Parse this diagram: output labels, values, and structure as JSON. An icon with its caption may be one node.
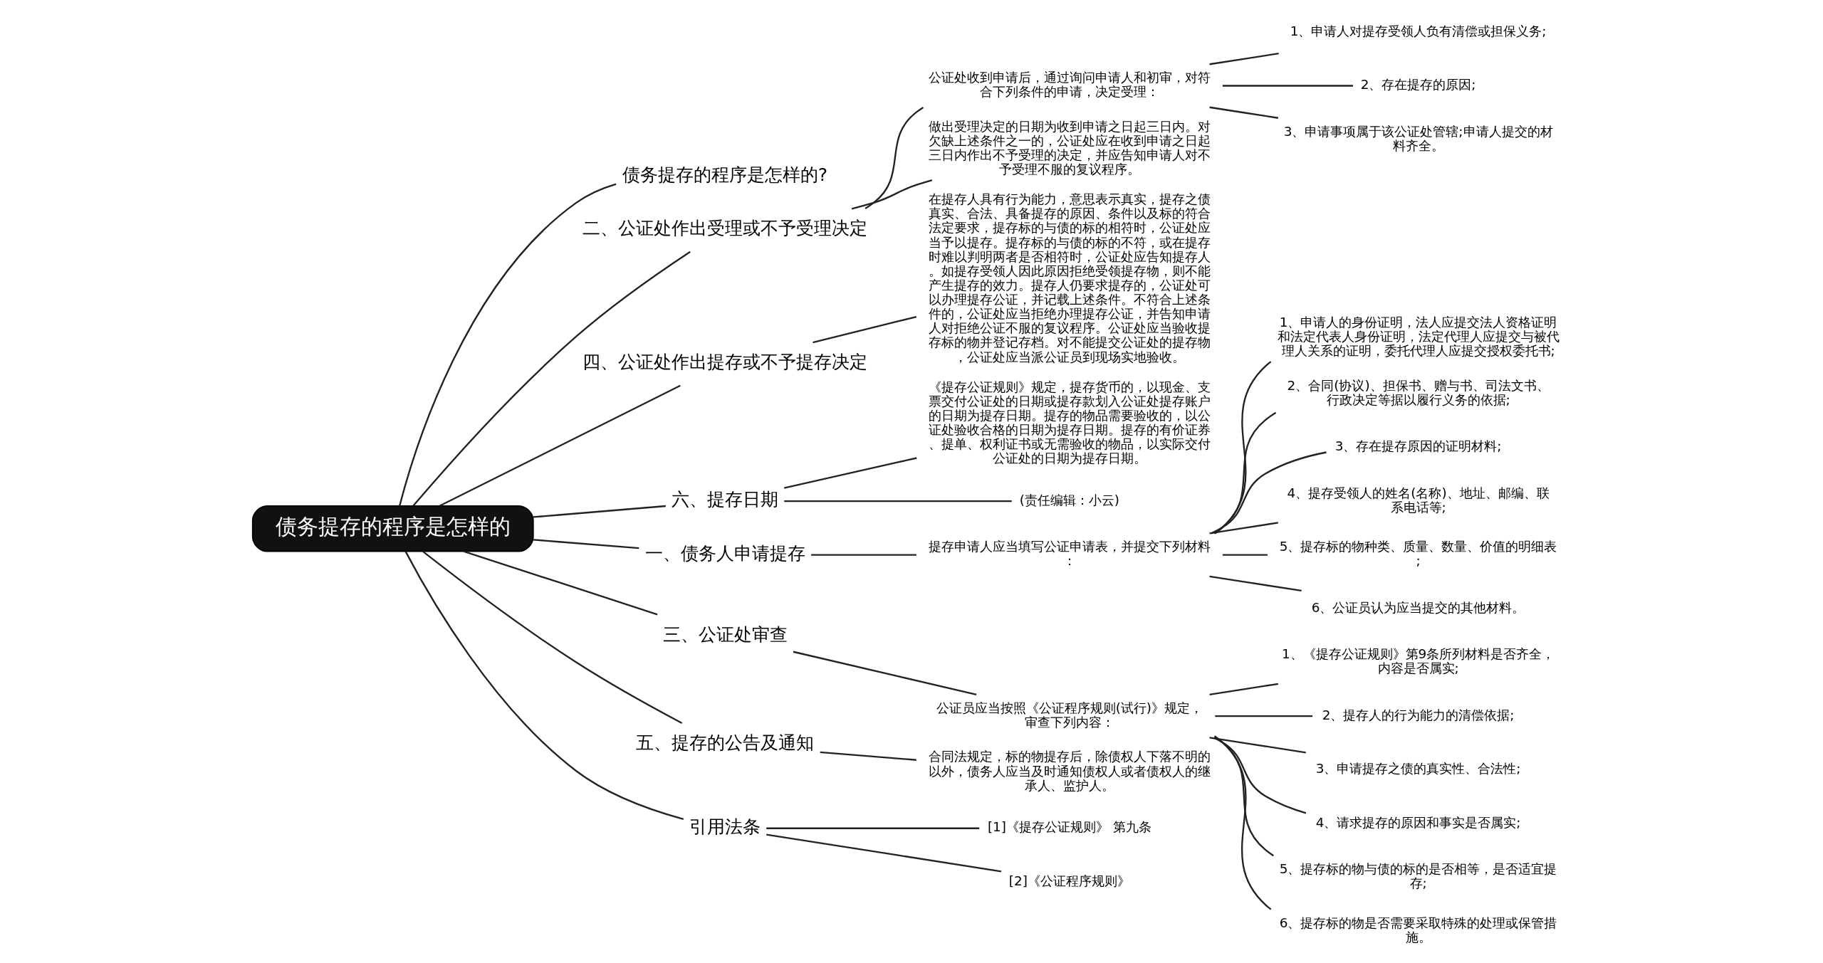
{
  "diagram": {
    "nodes": [
      {
        "text": [
          "债务提存的程序是怎样的"
        ]
      },
      {
        "text": [
          "债务提存的程序是怎样的?"
        ]
      },
      {
        "text": [
          "二、公证处作出受理或不予受理决定"
        ]
      },
      {
        "text": [
          "公证处收到申请后，通过询问申请人和初审，对符合下列条件的申请，决定受理："
        ]
      },
      {
        "text": [
          "1、申请人对提存受领人负有清偿或担保义务;"
        ]
      },
      {
        "text": [
          "2、存在提存的原因;"
        ]
      },
      {
        "text": [
          "3、申请事项属于该公证处管辖;申请人提交的材料齐全。"
        ]
      },
      {
        "text": [
          "做出受理决定的日期为收到申请之日起三日内。对欠缺上述条件之一的，公证处应在收到申请之日起三日内作出不予受理的决定，并应告知申请人对不予受理不服的复议程序。"
        ]
      },
      {
        "text": [
          "四、公证处作出提存或不予提存决定"
        ]
      },
      {
        "text": [
          "在提存人具有行为能力，意思表示真实，提存之债真实、合法、具备提存的原因、条件以及标的符合法定要求，提存标的与债的标的相符时，公证处应当予以提存。提存标的与债的标的不符，或在提存时难以判明两者是否相符时，公证处应告知提存人。如提存受领人因此原因拒绝受领提存物，则不能产生提存的效力。提存人仍要求提存的，公证处可以办理提存公证，并记载上述条件。不符合上述条件的，公证处应当拒绝办理提存公证，并告知申请人对拒绝公证不服的复议程序。公证处应当验收提存标的物并登记存档。对不能提交公证处的提存物，公证处应当派公证员到现场实地验收。"
        ]
      },
      {
        "text": [
          "六、提存日期"
        ]
      },
      {
        "text": [
          "《提存公证规则》规定，提存货币的，以现金、支票交付公证处的日期或提存款划入公证处提存账户的日期为提存日期。提存的物品需要验收的，以公证处验收合格的日期为提存日期。提存的有价证券、提单、权利证书或无需验收的物品，以实际交付公证处的日期为提存日期。"
        ]
      },
      {
        "text": [
          "(责任编辑：小云)"
        ]
      },
      {
        "text": [
          "一、债务人申请提存"
        ]
      },
      {
        "text": [
          "提存申请人应当填写公证申请表，并提交下列材料："
        ]
      },
      {
        "text": [
          "1、申请人的身份证明，法人应提交法人资格证明和法定代表人身份证明，法定代理人应提交与被代理人关系的证明，委托代理人应提交授权委托书;"
        ]
      },
      {
        "text": [
          "2、合同(协议)、担保书、赠与书、司法文书、行政决定等据以履行义务的依据;"
        ]
      },
      {
        "text": [
          "3、存在提存原因的证明材料;"
        ]
      },
      {
        "text": [
          "4、提存受领人的姓名(名称)、地址、邮编、联系电话等;"
        ]
      },
      {
        "text": [
          "5、提存标的物种类、质量、数量、价值的明细表;"
        ]
      },
      {
        "text": [
          "6、公证员认为应当提交的其他材料。"
        ]
      },
      {
        "text": [
          "三、公证处审查"
        ]
      },
      {
        "text": [
          "公证员应当按照《公证程序规则(试行)》规定，审查下列内容："
        ]
      },
      {
        "text": [
          "1、《提存公证规则》第9条所列材料是否齐全，内容是否属实;"
        ]
      },
      {
        "text": [
          "2、提存人的行为能力的清偿依据;"
        ]
      },
      {
        "text": [
          "3、申请提存之债的真实性、合法性;"
        ]
      },
      {
        "text": [
          "4、请求提存的原因和事实是否属实;"
        ]
      },
      {
        "text": [
          "5、提存标的物与债的标的是否相等，是否适宜提存;"
        ]
      },
      {
        "text": [
          "6、提存标的物是否需要采取特殊的处理或保管措施。"
        ]
      },
      {
        "text": [
          "五、提存的公告及通知"
        ]
      },
      {
        "text": [
          "合同法规定，标的物提存后，除债权人下落不明的以外，债务人应当及时通知债权人或者债权人的继承人、监护人。"
        ]
      },
      {
        "text": [
          "引用法条"
        ]
      },
      {
        "text": [
          "[1]《提存公证规则》 第九条"
        ]
      },
      {
        "text": [
          "[2]《公证程序规则》"
        ]
      }
    ],
    "edges": [
      {
        "from": 0,
        "to": 1,
        "arrow": "none"
      },
      {
        "from": 0,
        "to": 2,
        "arrow": "none"
      },
      {
        "from": 2,
        "to": 3,
        "arrow": "none"
      },
      {
        "from": 3,
        "to": 4,
        "arrow": "none"
      },
      {
        "from": 3,
        "to": 5,
        "arrow": "none"
      },
      {
        "from": 3,
        "to": 6,
        "arrow": "none"
      },
      {
        "from": 2,
        "to": 7,
        "arrow": "none"
      },
      {
        "from": 0,
        "to": 8,
        "arrow": "none"
      },
      {
        "from": 8,
        "to": 9,
        "arrow": "none"
      },
      {
        "from": 0,
        "to": 10,
        "arrow": "none"
      },
      {
        "from": 10,
        "to": 11,
        "arrow": "none"
      },
      {
        "from": 10,
        "to": 12,
        "arrow": "none"
      },
      {
        "from": 0,
        "to": 13,
        "arrow": "none"
      },
      {
        "from": 13,
        "to": 14,
        "arrow": "none"
      },
      {
        "from": 14,
        "to": 15,
        "arrow": "none"
      },
      {
        "from": 14,
        "to": 16,
        "arrow": "none"
      },
      {
        "from": 14,
        "to": 17,
        "arrow": "none"
      },
      {
        "from": 14,
        "to": 18,
        "arrow": "none"
      },
      {
        "from": 14,
        "to": 19,
        "arrow": "none"
      },
      {
        "from": 14,
        "to": 20,
        "arrow": "none"
      },
      {
        "from": 0,
        "to": 21,
        "arrow": "none"
      },
      {
        "from": 21,
        "to": 22,
        "arrow": "none"
      },
      {
        "from": 22,
        "to": 23,
        "arrow": "none"
      },
      {
        "from": 22,
        "to": 24,
        "arrow": "none"
      },
      {
        "from": 22,
        "to": 25,
        "arrow": "none"
      },
      {
        "from": 22,
        "to": 26,
        "arrow": "none"
      },
      {
        "from": 22,
        "to": 27,
        "arrow": "none"
      },
      {
        "from": 22,
        "to": 28,
        "arrow": "none"
      },
      {
        "from": 0,
        "to": 29,
        "arrow": "none"
      },
      {
        "from": 29,
        "to": 30,
        "arrow": "none"
      },
      {
        "from": 0,
        "to": 31,
        "arrow": "none"
      },
      {
        "from": 31,
        "to": 32,
        "arrow": "none"
      },
      {
        "from": 31,
        "to": 33,
        "arrow": "none"
      }
    ]
  }
}
